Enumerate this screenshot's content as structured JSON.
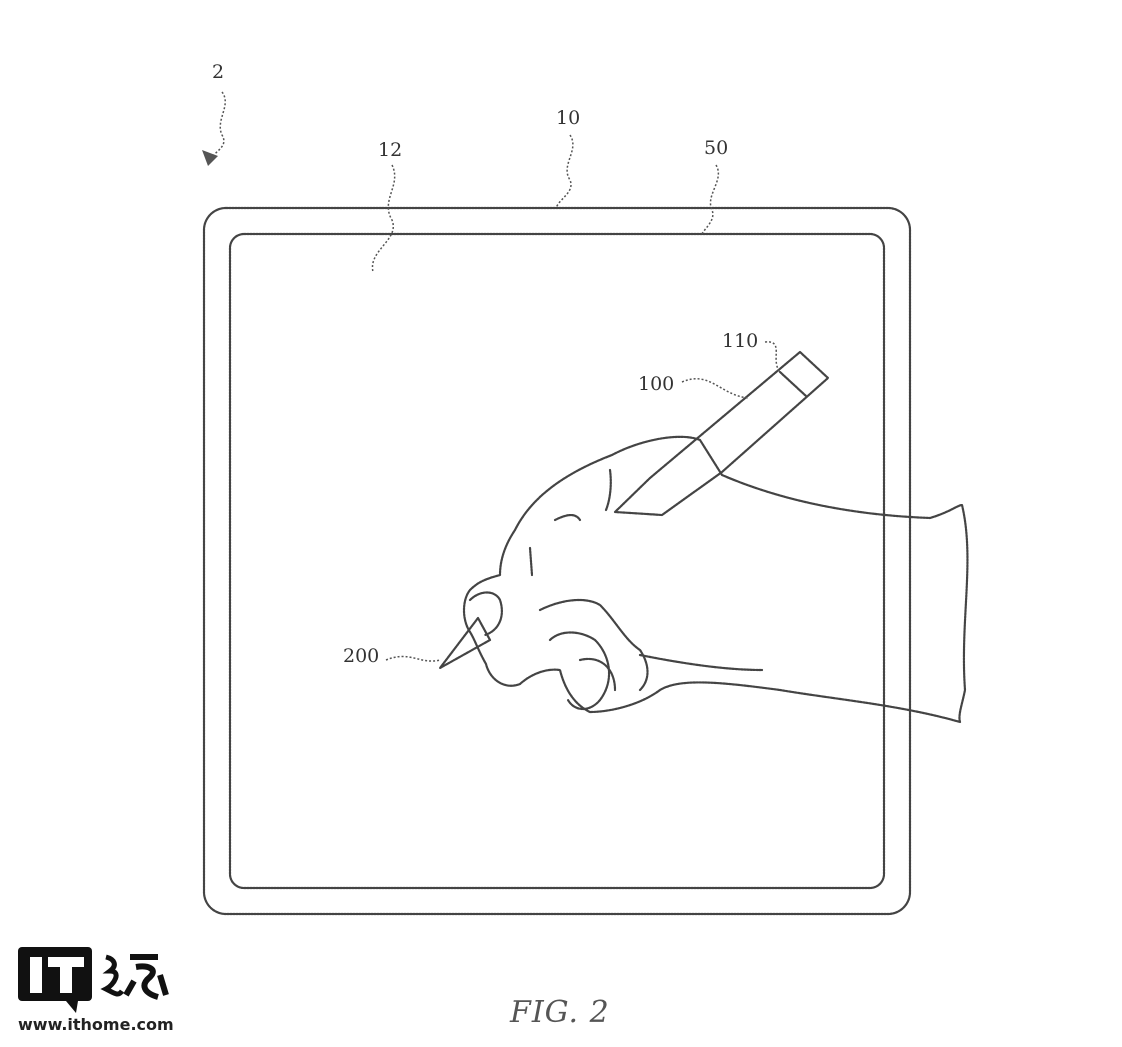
{
  "figure": {
    "caption": "FIG. 2",
    "labels": {
      "system": "2",
      "device": "10",
      "display": "12",
      "border": "50",
      "stylus_end": "110",
      "stylus": "100",
      "tip": "200"
    }
  },
  "watermark": {
    "logo_text": "IT之家",
    "url": "www.ithome.com"
  }
}
